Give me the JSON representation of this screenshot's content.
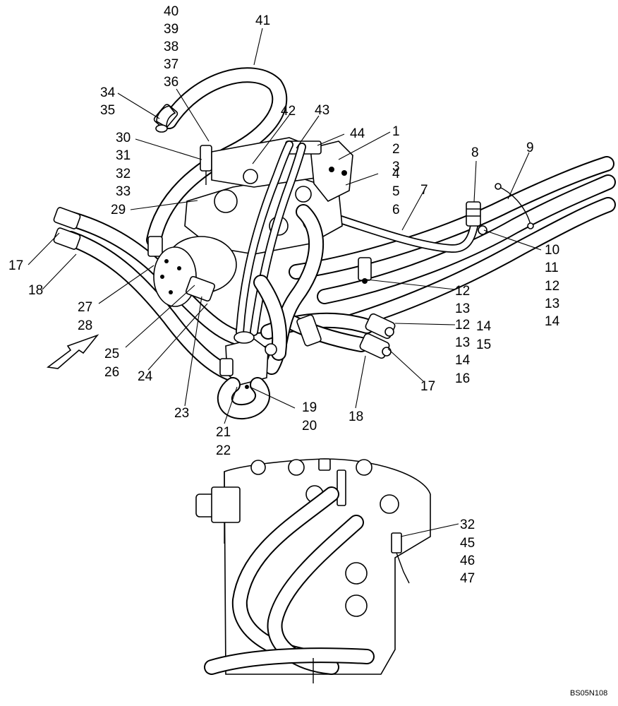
{
  "drawing": {
    "code": "BS05N108",
    "callouts": {
      "c1": "1",
      "c2": "2",
      "c3": "3",
      "c4": "4",
      "c5": "5",
      "c6": "6",
      "c7": "7",
      "c8": "8",
      "c9": "9",
      "c10": "10",
      "c11": "11",
      "c12a": "12",
      "c13a": "13",
      "c14a": "14",
      "c12b": "12",
      "c13b": "13",
      "c14b": "14",
      "c15": "15",
      "c12c": "12",
      "c13c": "13",
      "c14c": "14",
      "c16": "16",
      "c17a": "17",
      "c18a": "18",
      "c17b": "17",
      "c18b": "18",
      "c19": "19",
      "c20": "20",
      "c21": "21",
      "c22": "22",
      "c23": "23",
      "c24": "24",
      "c25": "25",
      "c26": "26",
      "c27": "27",
      "c28": "28",
      "c29": "29",
      "c30": "30",
      "c31": "31",
      "c32": "32",
      "c33": "33",
      "c34": "34",
      "c35": "35",
      "c36": "36",
      "c37": "37",
      "c38": "38",
      "c39": "39",
      "c40": "40",
      "c41": "41",
      "c42": "42",
      "c43": "43",
      "c44": "44",
      "c32b": "32",
      "c45": "45",
      "c46": "46",
      "c47": "47"
    }
  }
}
